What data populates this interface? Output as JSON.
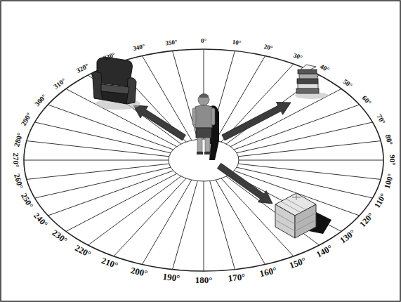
{
  "diagram": {
    "labels": [
      "0°",
      "10°",
      "20°",
      "30°",
      "40°",
      "50°",
      "60°",
      "70°",
      "80°",
      "90°",
      "100°",
      "110°",
      "120°",
      "130°",
      "140°",
      "150°",
      "160°",
      "170°",
      "180°",
      "190°",
      "200°",
      "210°",
      "220°",
      "230°",
      "240°",
      "250°",
      "260°",
      "270°",
      "280°",
      "290°",
      "300°",
      "310°",
      "320°",
      "330°",
      "340°",
      "350°"
    ]
  }
}
